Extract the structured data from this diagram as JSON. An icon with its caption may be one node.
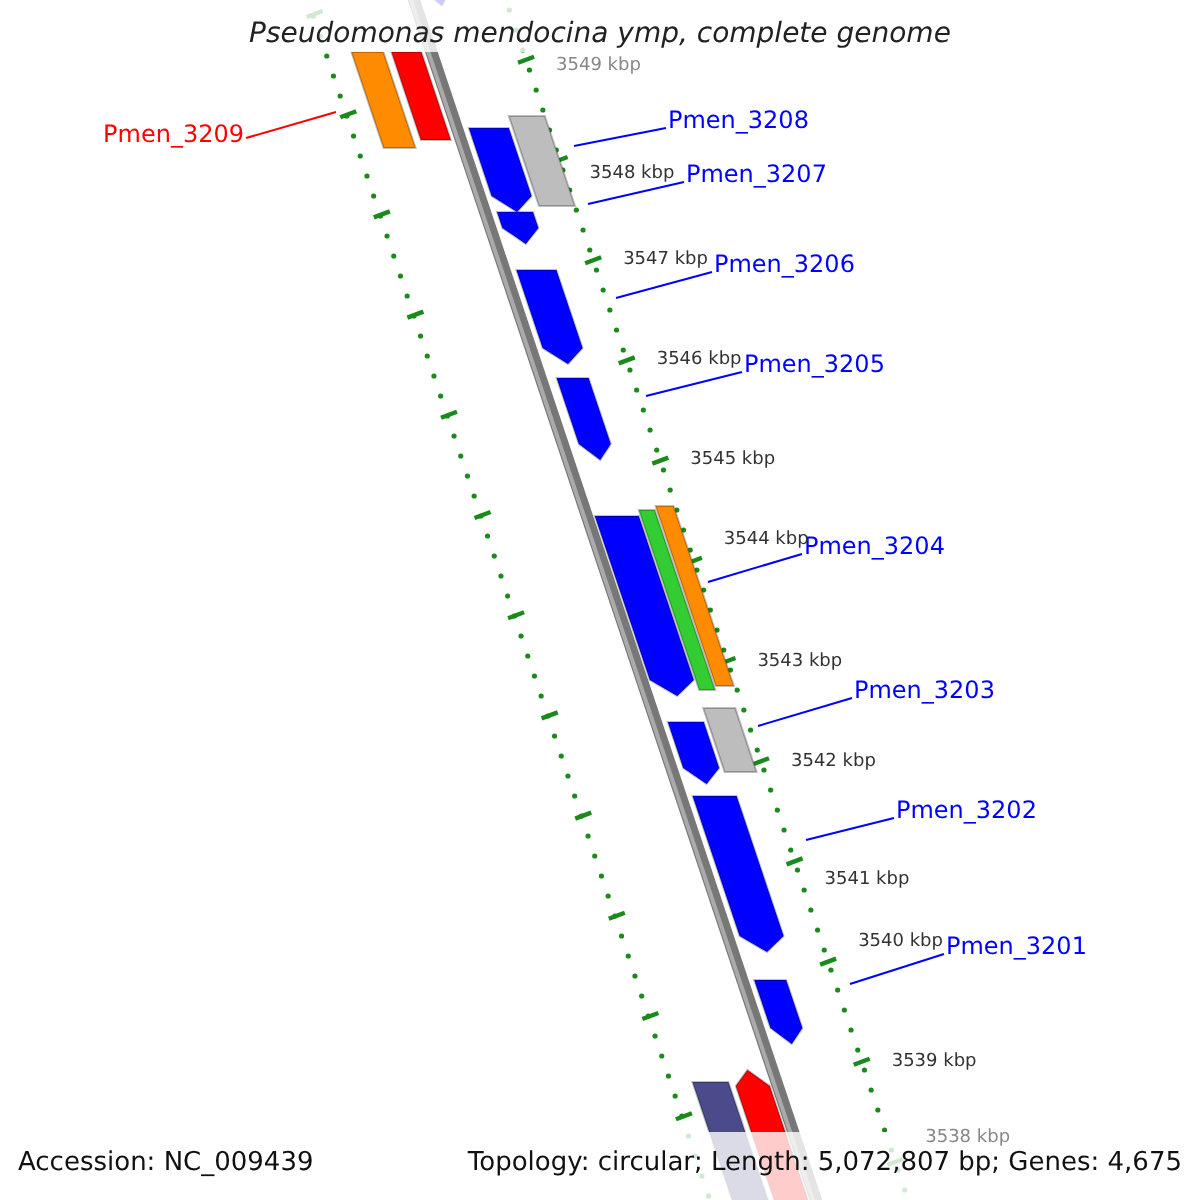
{
  "diagram": {
    "title": "Pseudomonas mendocina ymp, complete genome",
    "nodes": [
      {
        "text": [
          "Pmen_3209"
        ]
      },
      {
        "text": [
          "Pmen_3208"
        ]
      },
      {
        "text": [
          "Pmen_3207"
        ]
      },
      {
        "text": [
          "Pmen_3206"
        ]
      },
      {
        "text": [
          "Pmen_3205"
        ]
      },
      {
        "text": [
          "Pmen_3204"
        ]
      },
      {
        "text": [
          "Pmen_3203"
        ]
      },
      {
        "text": [
          "Pmen_3202"
        ]
      },
      {
        "text": [
          "Pmen_3201"
        ]
      }
    ],
    "edges": [
      {
        "from": 0,
        "to": null,
        "arrow": "none",
        "color": "#ff0000"
      },
      {
        "from": 1,
        "to": null,
        "arrow": "none"
      },
      {
        "from": 2,
        "to": null,
        "arrow": "none"
      },
      {
        "from": 3,
        "to": null,
        "arrow": "none"
      },
      {
        "from": 4,
        "to": null,
        "arrow": "none"
      },
      {
        "from": 5,
        "to": null,
        "arrow": "none"
      },
      {
        "from": 6,
        "to": null,
        "arrow": "none"
      },
      {
        "from": 7,
        "to": null,
        "arrow": "none"
      },
      {
        "from": 8,
        "to": null,
        "arrow": "none"
      }
    ],
    "labels": [
      "3549 kbp",
      "3548 kbp",
      "3547 kbp",
      "3546 kbp",
      "3545 kbp",
      "3544 kbp",
      "3543 kbp",
      "3542 kbp",
      "3541 kbp",
      "3540 kbp",
      "3539 kbp",
      "3538 kbp",
      "Accession: NC_009439",
      "Topology: circular; Length: 5,072,807 bp; Genes: 4,675"
    ]
  }
}
